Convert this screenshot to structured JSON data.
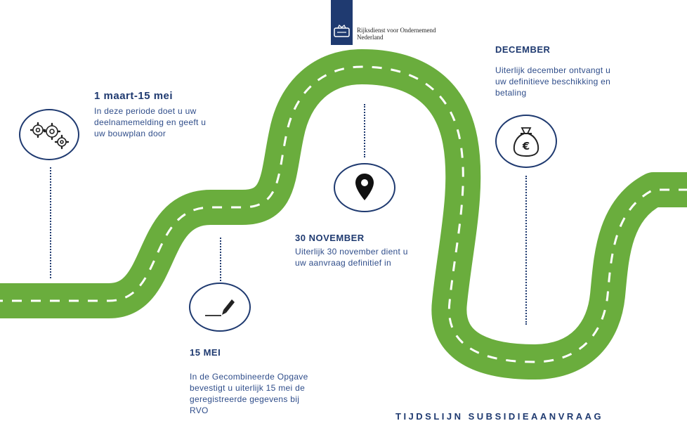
{
  "brand": {
    "org_line1": "Rijksdienst voor Ondernemend",
    "org_line2": "Nederland",
    "colors": {
      "road": "#6aad3d",
      "navy": "#1f3a70",
      "text": "#2f4d8a"
    }
  },
  "milestones": [
    {
      "date": "1 maart-15 mei",
      "text_lines": [
        "In deze periode doet u uw",
        "deelnamemelding en geeft u",
        "uw bouwplan door"
      ],
      "icon": "gears-icon"
    },
    {
      "date": "15 MEI",
      "text_lines": [
        "In de Gecombineerde Opgave",
        "bevestigt u uiterlijk 15 mei de",
        "geregistreerde gegevens bij",
        "RVO"
      ],
      "icon": "pen-icon"
    },
    {
      "date": "30 NOVEMBER",
      "text_lines": [
        "Uiterlijk 30 november dient u",
        "uw aanvraag definitief in"
      ],
      "icon": "location-pin-icon"
    },
    {
      "date": "DECEMBER",
      "text_lines": [
        "Uiterlijk december ontvangt u",
        "uw definitieve beschikking en",
        "betaling"
      ],
      "icon": "money-bag-icon"
    }
  ],
  "footer": {
    "title": "TIJDSLIJN SUBSIDIEAANVRAAG"
  }
}
